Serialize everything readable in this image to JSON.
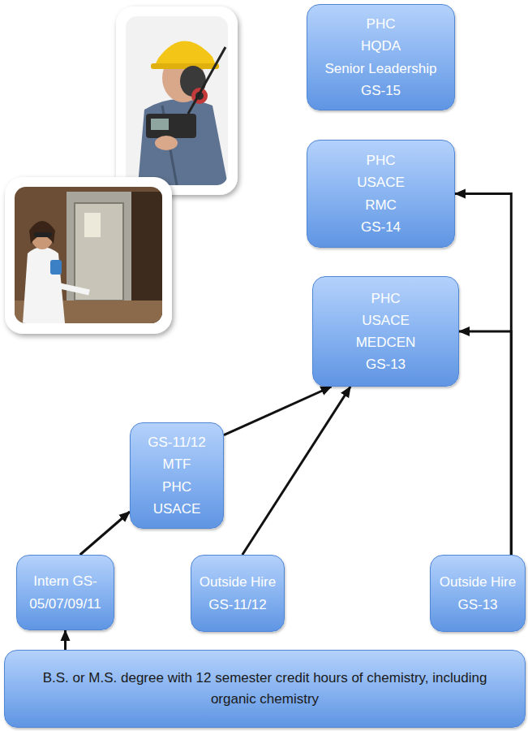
{
  "diagram": {
    "nodes": [
      {
        "text": [
          "PHC",
          "HQDA",
          "Senior Leadership",
          "GS-15"
        ]
      },
      {
        "text": [
          "PHC",
          "USACE",
          "RMC",
          "GS-14"
        ]
      },
      {
        "text": [
          "PHC",
          "USACE",
          "MEDCEN",
          "GS-13"
        ]
      },
      {
        "text": [
          "GS-11/12",
          "MTF",
          "PHC",
          "USACE"
        ]
      },
      {
        "text": [
          "Intern GS-05/07/09/11"
        ]
      },
      {
        "text": [
          "Outside Hire",
          "GS-11/12"
        ]
      },
      {
        "text": [
          "Outside Hire",
          "GS-13"
        ]
      },
      {
        "text": [
          "B.S. or M.S. degree with 12 semester credit hours of chemistry, including organic chemistry"
        ]
      }
    ],
    "edges": [
      {
        "from": 7,
        "to": 4,
        "arrow": "to"
      },
      {
        "from": 4,
        "to": 3,
        "arrow": "to"
      },
      {
        "from": 3,
        "to": 2,
        "arrow": "to"
      },
      {
        "from": 5,
        "to": 2,
        "arrow": "to"
      },
      {
        "from": 6,
        "to": 2,
        "arrow": "to"
      },
      {
        "from": 6,
        "to": 1,
        "arrow": "to"
      }
    ]
  }
}
